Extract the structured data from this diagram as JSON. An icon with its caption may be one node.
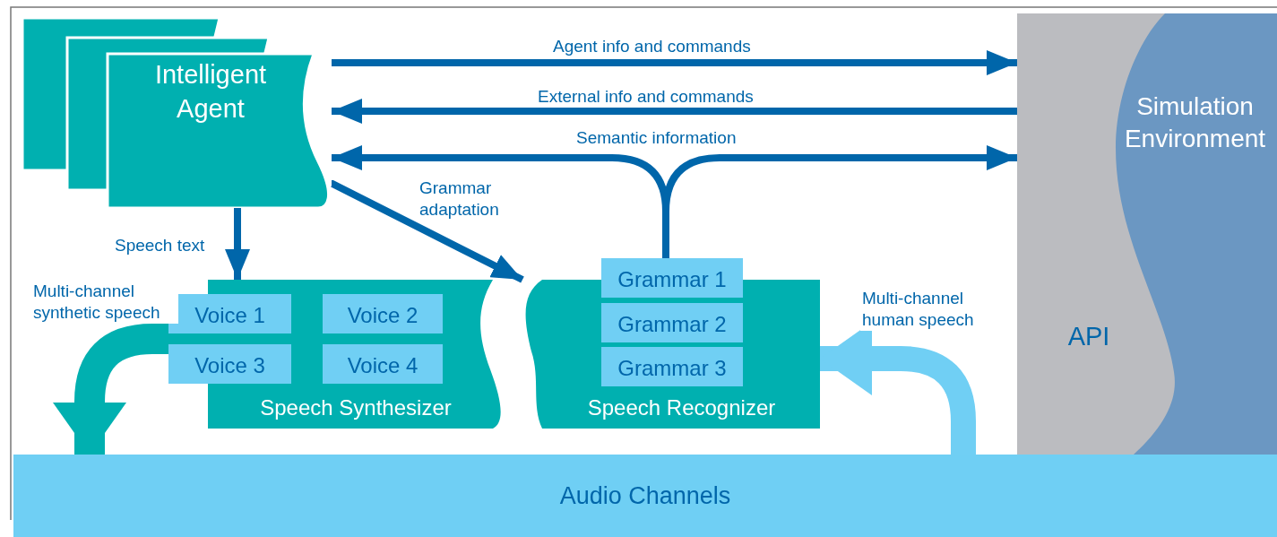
{
  "diagram": {
    "nodes": [
      {
        "text": [
          "Intelligent Agent"
        ]
      },
      {
        "text": [
          "API"
        ]
      },
      {
        "text": [
          "Simulation Environment"
        ],
        "in": 1
      },
      {
        "text": [
          "Speech Synthesizer"
        ]
      },
      {
        "text": [
          "Voice 1"
        ]
      },
      {
        "text": [
          "Voice 2"
        ],
        "in": 3
      },
      {
        "text": [
          "Voice 3"
        ]
      },
      {
        "text": [
          "Voice 4"
        ],
        "in": 3
      },
      {
        "text": [
          "Speech Recognizer"
        ]
      },
      {
        "text": [
          "Grammar 1"
        ]
      },
      {
        "text": [
          "Grammar 2"
        ],
        "in": 8
      },
      {
        "text": [
          "Grammar 3"
        ],
        "in": 8
      },
      {
        "text": [
          "Audio Channels"
        ]
      }
    ],
    "edges": [
      {
        "from": 0,
        "to": 1,
        "arrow": "to",
        "label": "Agent info and commands"
      },
      {
        "from": 1,
        "to": 0,
        "arrow": "to",
        "label": "External info and commands"
      },
      {
        "from": 9,
        "to": 0,
        "arrow": "to",
        "label": "Semantic information"
      },
      {
        "from": 9,
        "to": 1,
        "arrow": "to"
      },
      {
        "from": 0,
        "to": 3,
        "arrow": "to",
        "label": "Speech text"
      },
      {
        "from": 0,
        "to": 8,
        "arrow": "to",
        "label": "Grammar adaptation"
      },
      {
        "from": 3,
        "to": 12,
        "arrow": "to",
        "label": "Multi-channel synthetic speech",
        "style": "thick",
        "color": "#00b0b0"
      },
      {
        "from": 12,
        "to": 8,
        "arrow": "to",
        "label": "Multi-channel human speech",
        "style": "thick",
        "color": "#70cff4"
      }
    ]
  }
}
